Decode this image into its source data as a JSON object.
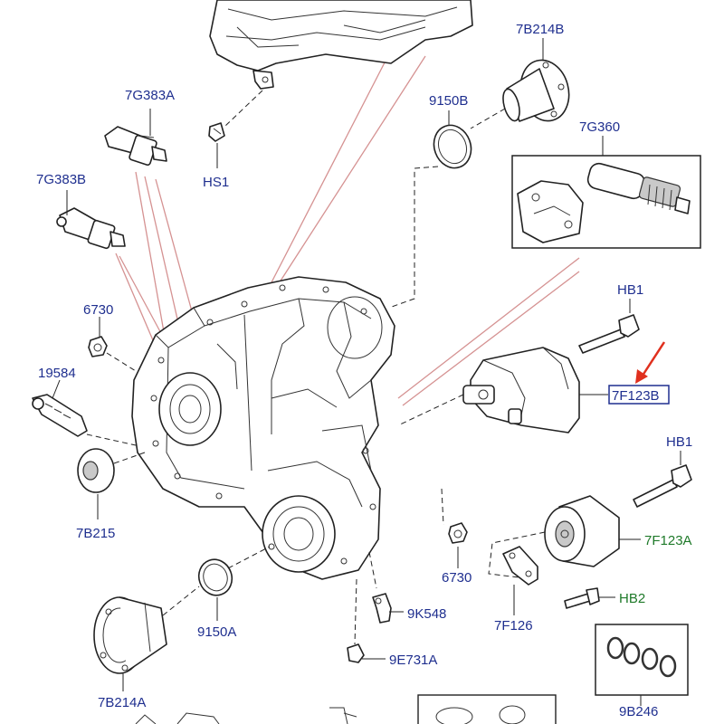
{
  "colors": {
    "label_blue": "#1f2f8f",
    "label_green": "#1f7a2a",
    "highlight_arrow": "#e0301e",
    "part_outline": "#222222",
    "callout_lines": "#d59292"
  },
  "labels": {
    "p7g383a": "7G383A",
    "p7g383b": "7G383B",
    "hs1": "HS1",
    "p7b214b": "7B214B",
    "p9150b": "9150B",
    "p7g360": "7G360",
    "p6730_top": "6730",
    "p19584": "19584",
    "p7b215": "7B215",
    "hb1_top": "HB1",
    "p7f123b": "7F123B",
    "hb1_mid": "HB1",
    "p7f123a": "7F123A",
    "hb2": "HB2",
    "p6730_bottom": "6730",
    "p9k548": "9K548",
    "p7f126": "7F126",
    "p9150a": "9150A",
    "p9e731a": "9E731A",
    "p7b214a": "7B214A",
    "p9b246": "9B246"
  }
}
